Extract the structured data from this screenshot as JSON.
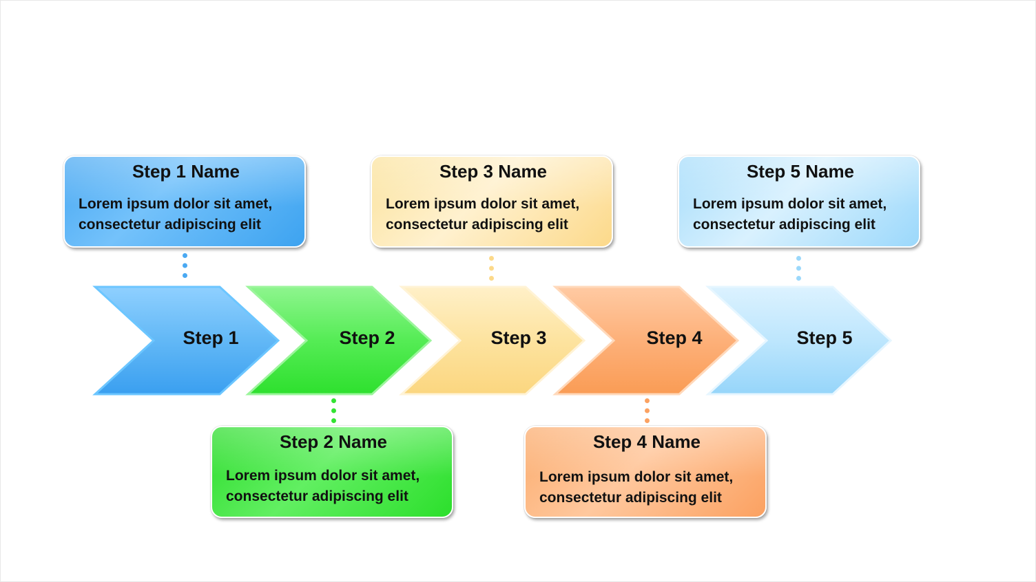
{
  "diagram": {
    "steps": [
      {
        "label": "Step 1",
        "name": "Step 1 Name",
        "desc_line1": "Lorem ipsum dolor sit amet,",
        "desc_line2": "consectetur adipiscing  elit",
        "color": "#5ab4f5",
        "position": "above"
      },
      {
        "label": "Step 2",
        "name": "Step 2 Name",
        "desc_line1": "Lorem ipsum dolor sit amet,",
        "desc_line2": "consectetur adipiscing  elit",
        "color": "#3ee83e",
        "position": "below"
      },
      {
        "label": "Step 3",
        "name": "Step 3 Name",
        "desc_line1": "Lorem ipsum dolor sit amet,",
        "desc_line2": "consectetur adipiscing  elit",
        "color": "#fde29a",
        "position": "above"
      },
      {
        "label": "Step 4",
        "name": "Step 4 Name",
        "desc_line1": "Lorem ipsum dolor sit amet,",
        "desc_line2": "consectetur adipiscing  elit",
        "color": "#fca867",
        "position": "below"
      },
      {
        "label": "Step 5",
        "name": "Step 5 Name",
        "desc_line1": "Lorem ipsum dolor sit amet,",
        "desc_line2": "consectetur adipiscing  elit",
        "color": "#b1e1fb",
        "position": "above"
      }
    ]
  }
}
